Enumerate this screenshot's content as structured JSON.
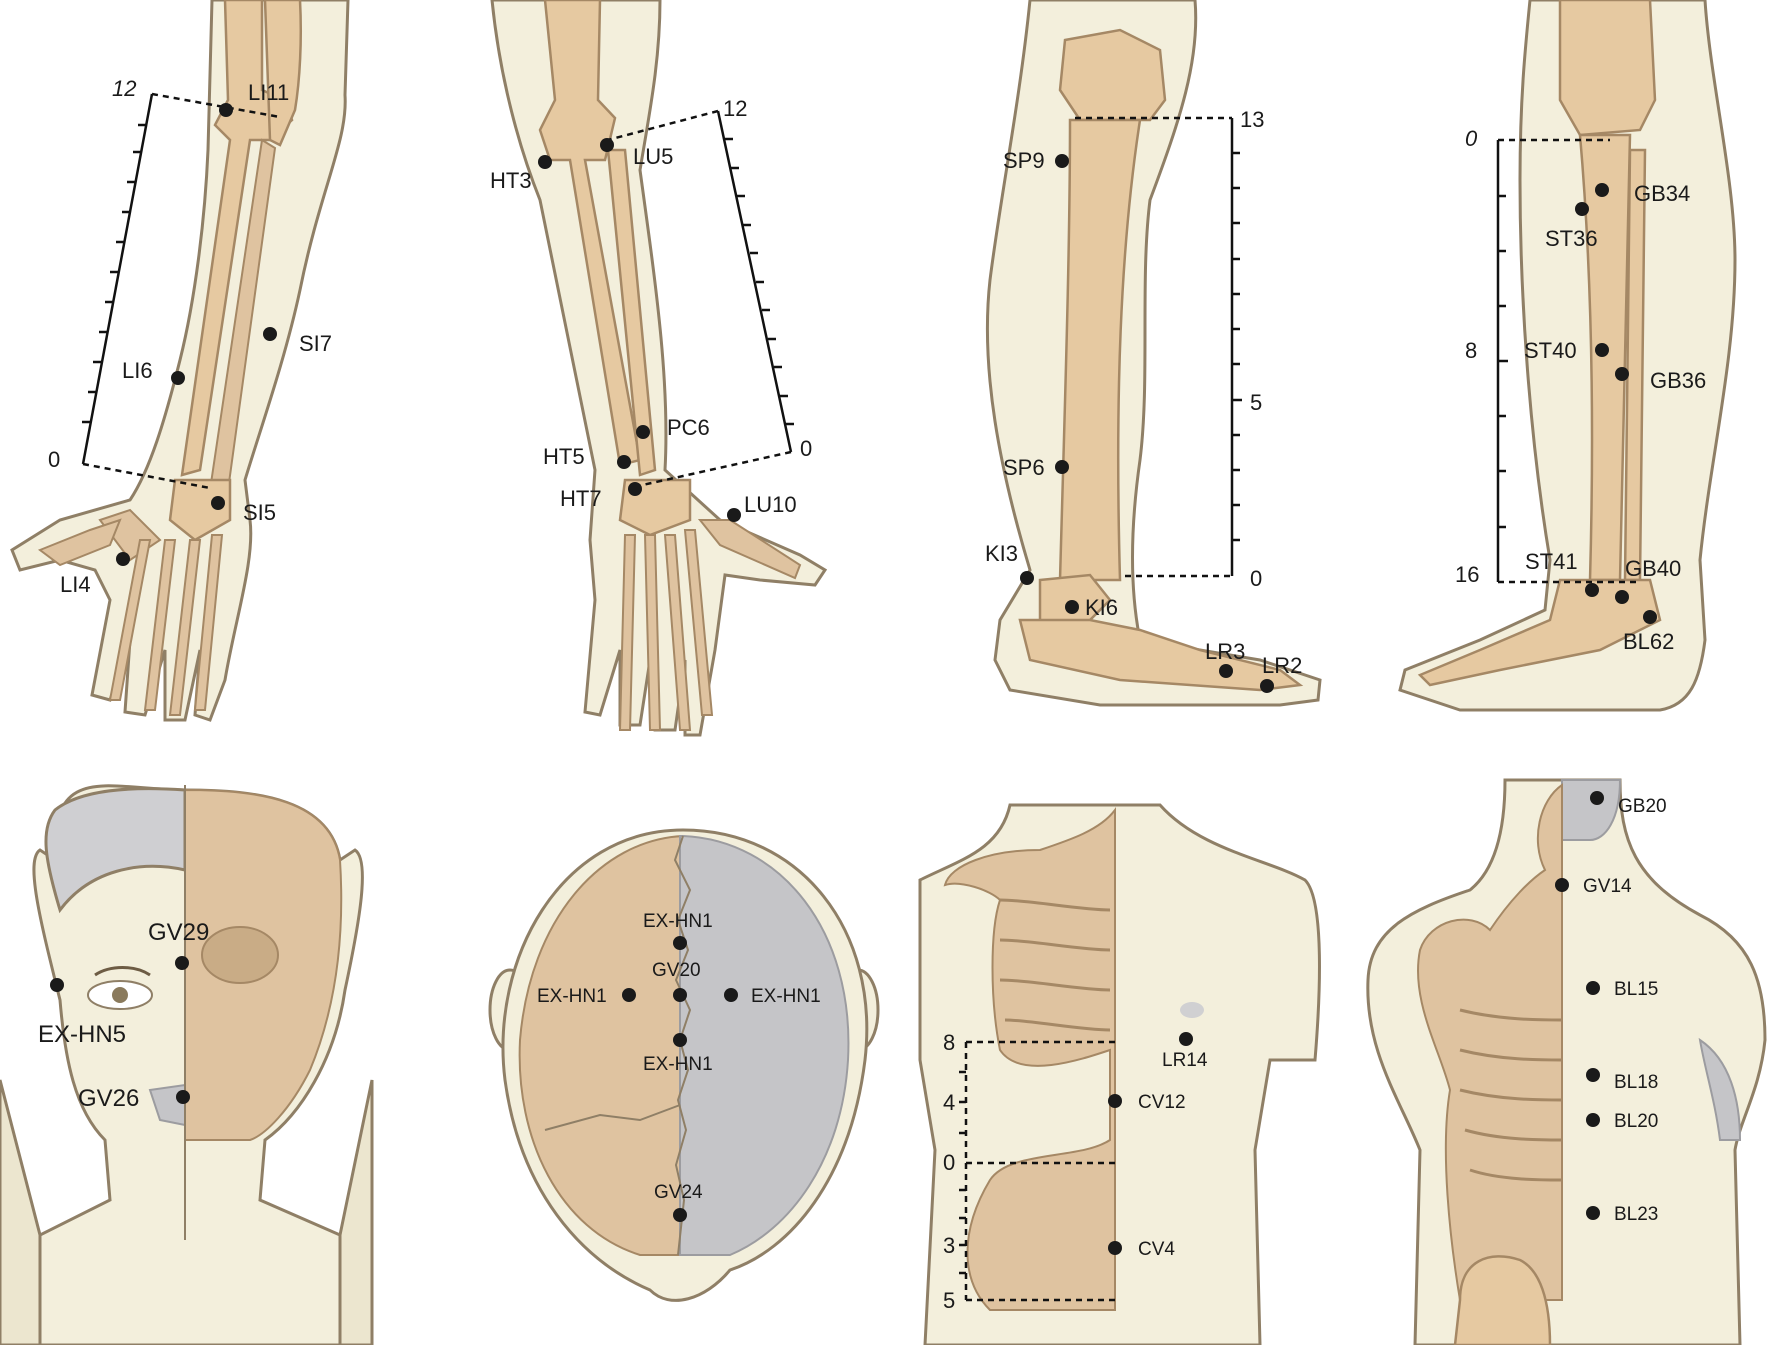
{
  "panels": {
    "forearm_posterior": {
      "scale": [
        "12",
        "0"
      ],
      "points": [
        "LI11",
        "SI7",
        "LI6",
        "SI5",
        "LI4"
      ]
    },
    "forearm_anterior": {
      "scale": [
        "12",
        "0"
      ],
      "points": [
        "HT3",
        "LU5",
        "PC6",
        "HT5",
        "HT7",
        "LU10"
      ]
    },
    "leg_medial": {
      "scale": [
        "13",
        "5",
        "0"
      ],
      "points": [
        "SP9",
        "SP6",
        "KI3",
        "KI6",
        "LR3",
        "LR2"
      ]
    },
    "leg_lateral": {
      "scale": [
        "0",
        "8",
        "16"
      ],
      "points": [
        "GB34",
        "ST36",
        "ST40",
        "GB36",
        "ST41",
        "GB40",
        "BL62"
      ]
    },
    "face": {
      "points": [
        "GV29",
        "EX-HN5",
        "GV26"
      ]
    },
    "head_top": {
      "points": [
        "EX-HN1",
        "GV20",
        "EX-HN1",
        "EX-HN1",
        "EX-HN1",
        "GV24"
      ]
    },
    "torso_front": {
      "scale": [
        "8",
        "4",
        "0",
        "3",
        "5"
      ],
      "points": [
        "LR14",
        "CV12",
        "CV4"
      ]
    },
    "torso_back": {
      "points": [
        "GB20",
        "GV14",
        "BL15",
        "BL18",
        "BL20",
        "BL23"
      ]
    }
  },
  "colors": {
    "skin": "#f3efdc",
    "bone": "#e6c9a1",
    "grey": "#c5c5c8",
    "marker": "#1a1a1a"
  }
}
